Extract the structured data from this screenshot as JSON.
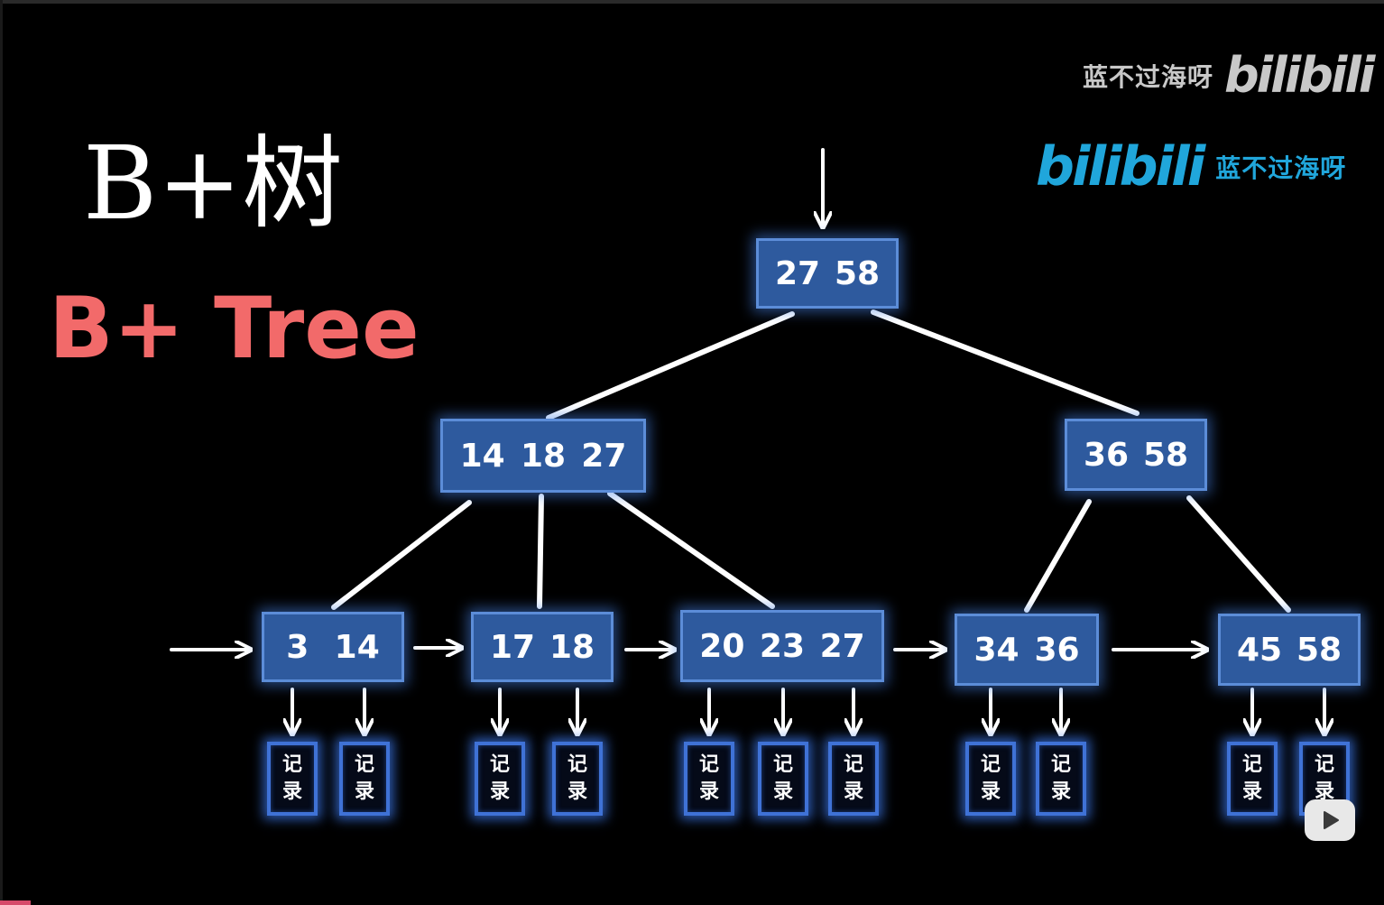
{
  "title": {
    "zh": "B+树",
    "en": "B+ Tree"
  },
  "watermarks": {
    "top": {
      "text": "蓝不过海呀",
      "logo": "bilibili"
    },
    "blue": {
      "logo": "bilibili",
      "text": "蓝不过海呀"
    }
  },
  "colors": {
    "background": "#000000",
    "node_fill": "#2e5a9e",
    "node_border": "#5c8dd8",
    "record_border": "#3f72d6",
    "title_en": "#f26a6a",
    "watermark_blue": "#20a6db"
  },
  "tree": {
    "root": {
      "keys": [
        "27",
        "58"
      ]
    },
    "internal": [
      {
        "keys": [
          "14",
          "18",
          "27"
        ]
      },
      {
        "keys": [
          "36",
          "58"
        ]
      }
    ],
    "leaves": [
      {
        "keys": [
          "3",
          "14"
        ],
        "records": 2
      },
      {
        "keys": [
          "17",
          "18"
        ],
        "records": 2
      },
      {
        "keys": [
          "20",
          "23",
          "27"
        ],
        "records": 3
      },
      {
        "keys": [
          "34",
          "36"
        ],
        "records": 2
      },
      {
        "keys": [
          "45",
          "58"
        ],
        "records": 2
      }
    ]
  },
  "record_label": [
    "记",
    "录"
  ],
  "icons": {
    "play": "play-icon"
  }
}
